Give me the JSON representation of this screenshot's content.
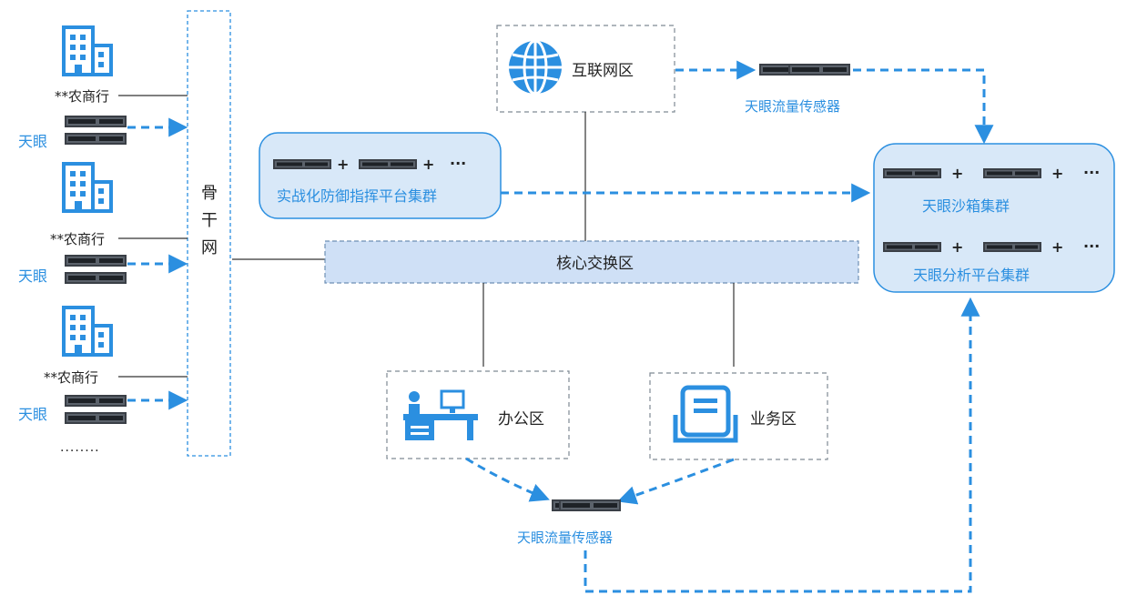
{
  "backbone": {
    "label_chars": [
      "骨",
      "干",
      "网"
    ]
  },
  "banks": [
    {
      "name": "**农商行",
      "sensor": "天眼"
    },
    {
      "name": "**农商行",
      "sensor": "天眼"
    },
    {
      "name": "**农商行",
      "sensor": "天眼"
    }
  ],
  "banks_more": "........",
  "internet_zone": "互联网区",
  "sensor_top": "天眼流量传感器",
  "cluster_defense": {
    "label": "实战化防御指挥平台集群",
    "plus": "+",
    "more": "···"
  },
  "core_zone": "核心交换区",
  "office_zone": "办公区",
  "business_zone": "业务区",
  "sensor_bottom": "天眼流量传感器",
  "sandbox_cluster": "天眼沙箱集群",
  "analysis_cluster": "天眼分析平台集群",
  "colors": {
    "accent": "#2b8fe0",
    "cluster_fill": "#d8e8f8",
    "zone_fill": "#cfe0f6"
  }
}
